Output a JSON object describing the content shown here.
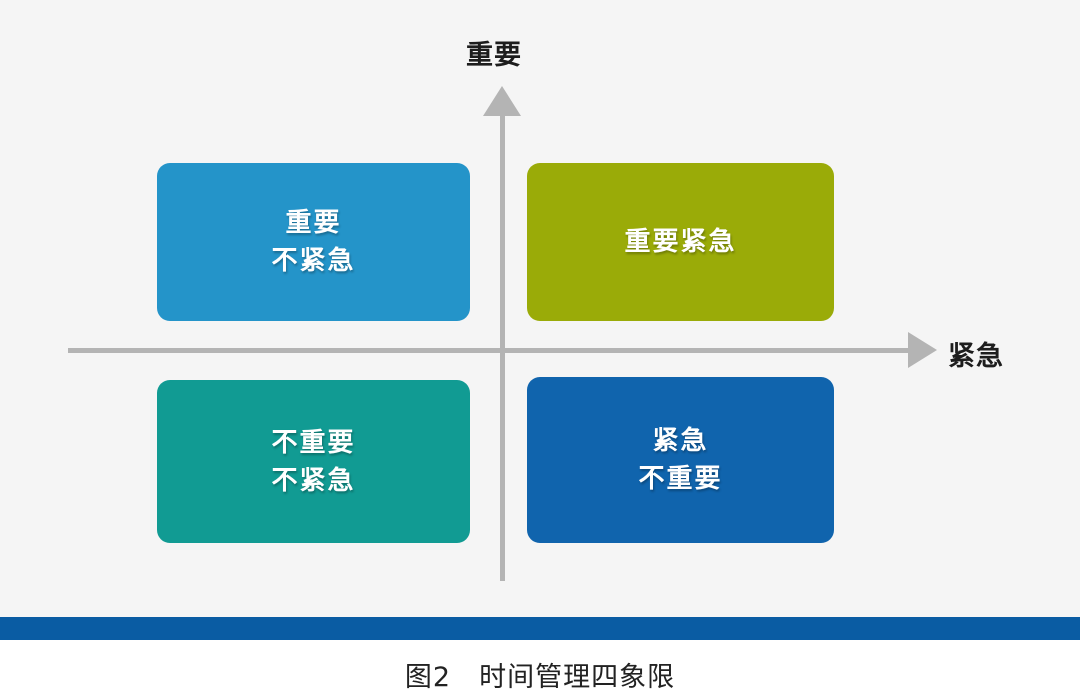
{
  "figure": {
    "caption": "图2　时间管理四象限",
    "background_color": "#f5f5f5",
    "accent_bar_color": "#0a5ca3"
  },
  "axes": {
    "vertical": {
      "label": "重要",
      "icon": "arrow-up-icon",
      "color": "#b4b4b4"
    },
    "horizontal": {
      "label": "紧急",
      "icon": "arrow-right-icon",
      "color": "#b4b4b4"
    }
  },
  "chart_data": {
    "type": "diagram",
    "title": "图2　时间管理四象限",
    "xlabel": "紧急",
    "ylabel": "重要",
    "quadrants": [
      {
        "position": "top-left",
        "urgent": false,
        "important": true,
        "lines": [
          "重要",
          "不紧急"
        ],
        "color": "#2494c9",
        "shadow_color": "#1b6f9a"
      },
      {
        "position": "top-right",
        "urgent": true,
        "important": true,
        "lines": [
          "重要紧急"
        ],
        "color": "#9aab08",
        "shadow_color": "#758205"
      },
      {
        "position": "bottom-left",
        "urgent": false,
        "important": false,
        "lines": [
          "不重要",
          "不紧急"
        ],
        "color": "#119b93",
        "shadow_color": "#0a736d"
      },
      {
        "position": "bottom-right",
        "urgent": true,
        "important": false,
        "lines": [
          "紧急",
          "不重要"
        ],
        "color": "#1064ad",
        "shadow_color": "#0b4880"
      }
    ]
  }
}
